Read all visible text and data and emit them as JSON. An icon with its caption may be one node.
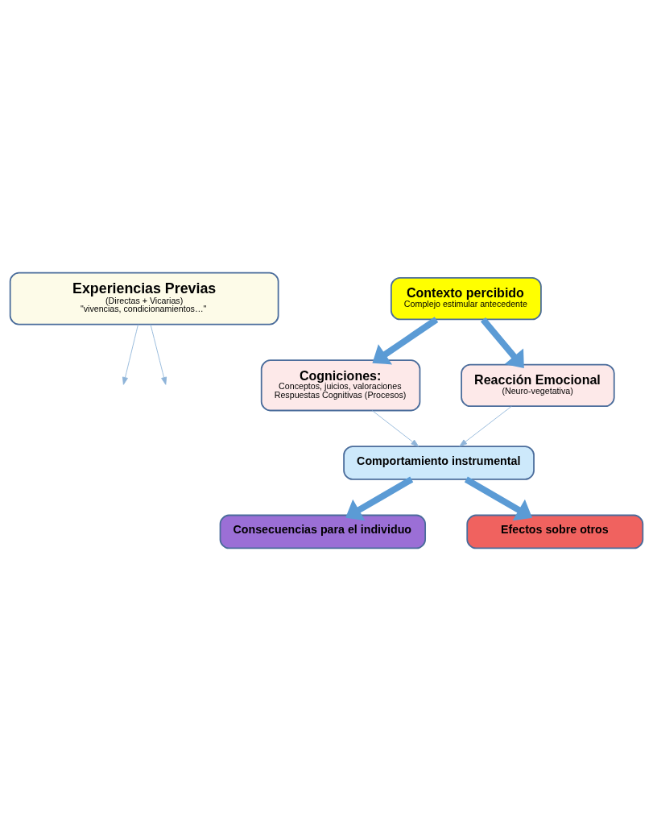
{
  "diagram": {
    "nodes": [
      {
        "text": [
          "Experiencias Previas",
          "(Directas + Vicarias)",
          "\"vivencias, condicionamientos…\""
        ]
      },
      {
        "text": [
          "Contexto percibido",
          "Complejo estimular antecedente"
        ]
      },
      {
        "text": [
          "Cogniciones:",
          "Conceptos, juicios, valoraciones",
          "Respuestas Cognitivas (Procesos)"
        ]
      },
      {
        "text": [
          "Reacción Emocional",
          "(Neuro-vegetativa)"
        ]
      },
      {
        "text": [
          "Comportamiento instrumental"
        ]
      },
      {
        "text": [
          "Consecuencias para el individuo"
        ]
      },
      {
        "text": [
          "Efectos sobre otros"
        ]
      }
    ],
    "edges": [
      {
        "from": 0,
        "to": null,
        "arrow": "to",
        "color": "#8fb4d9"
      },
      {
        "from": 0,
        "to": null,
        "arrow": "to",
        "color": "#8fb4d9"
      },
      {
        "from": 1,
        "to": 2,
        "arrow": "to",
        "style": "thick"
      },
      {
        "from": 1,
        "to": 3,
        "arrow": "to",
        "style": "thick"
      },
      {
        "from": 2,
        "to": 4,
        "arrow": "to",
        "color": "#8fb4d9"
      },
      {
        "from": 3,
        "to": 4,
        "arrow": "to",
        "color": "#8fb4d9"
      },
      {
        "from": 4,
        "to": 5,
        "arrow": "to",
        "style": "thick"
      },
      {
        "from": 4,
        "to": 6,
        "arrow": "to",
        "style": "thick"
      }
    ]
  }
}
